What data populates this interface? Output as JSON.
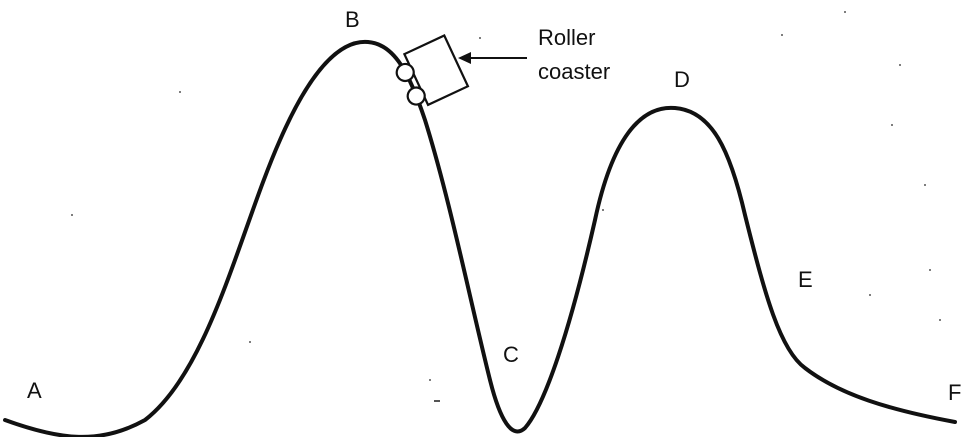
{
  "points": {
    "a": "A",
    "b": "B",
    "c": "C",
    "d": "D",
    "e": "E",
    "f": "F"
  },
  "coaster_label": {
    "line1": "Roller",
    "line2": "coaster"
  },
  "colors": {
    "track": "#111111",
    "ink": "#111111"
  }
}
